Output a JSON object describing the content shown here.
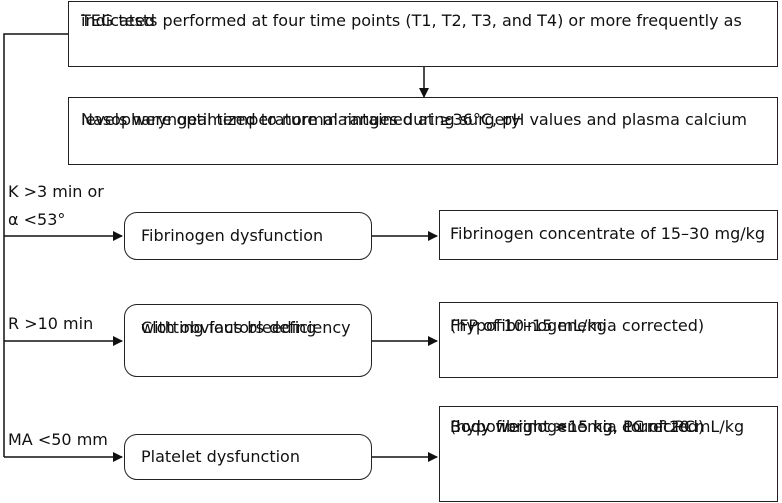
{
  "top_box": {
    "line1": "TEG tests performed at four time points (T1, T2, T3, and T4) or more frequently as",
    "line2": "indicated"
  },
  "temp_box": {
    "line1": "Nasopharyngeal temperature maintained at ≥36°C, pH values and plasma calcium",
    "line2": "levels were optimized to normal ranges during surgery"
  },
  "conditions": {
    "k_line1": "K >3 min or",
    "k_line2": "α <53°",
    "r": "R >10 min",
    "ma": "MA <50 mm"
  },
  "diagnoses": {
    "fibrinogen": "Fibrinogen dysfunction",
    "clotting_line1": "Clotting factors deficiency",
    "clotting_line2": "with obvious bleeding",
    "platelet": "Platelet dysfunction"
  },
  "treatments": {
    "fibrinogen": "Fibrinogen concentrate of 15–30 mg/kg",
    "ffp_line1": "FFP of 10–15 mL/kg",
    "ffp_line2": "(hypofibrinogenemia corrected)",
    "pc_line1": "Body weight <15 kg, PC of 20 mL/kg",
    "pc_line2": "Body weight >15 kg, 1 unit PC",
    "pc_line3": "(hypofibrinogenemia corrected)"
  }
}
